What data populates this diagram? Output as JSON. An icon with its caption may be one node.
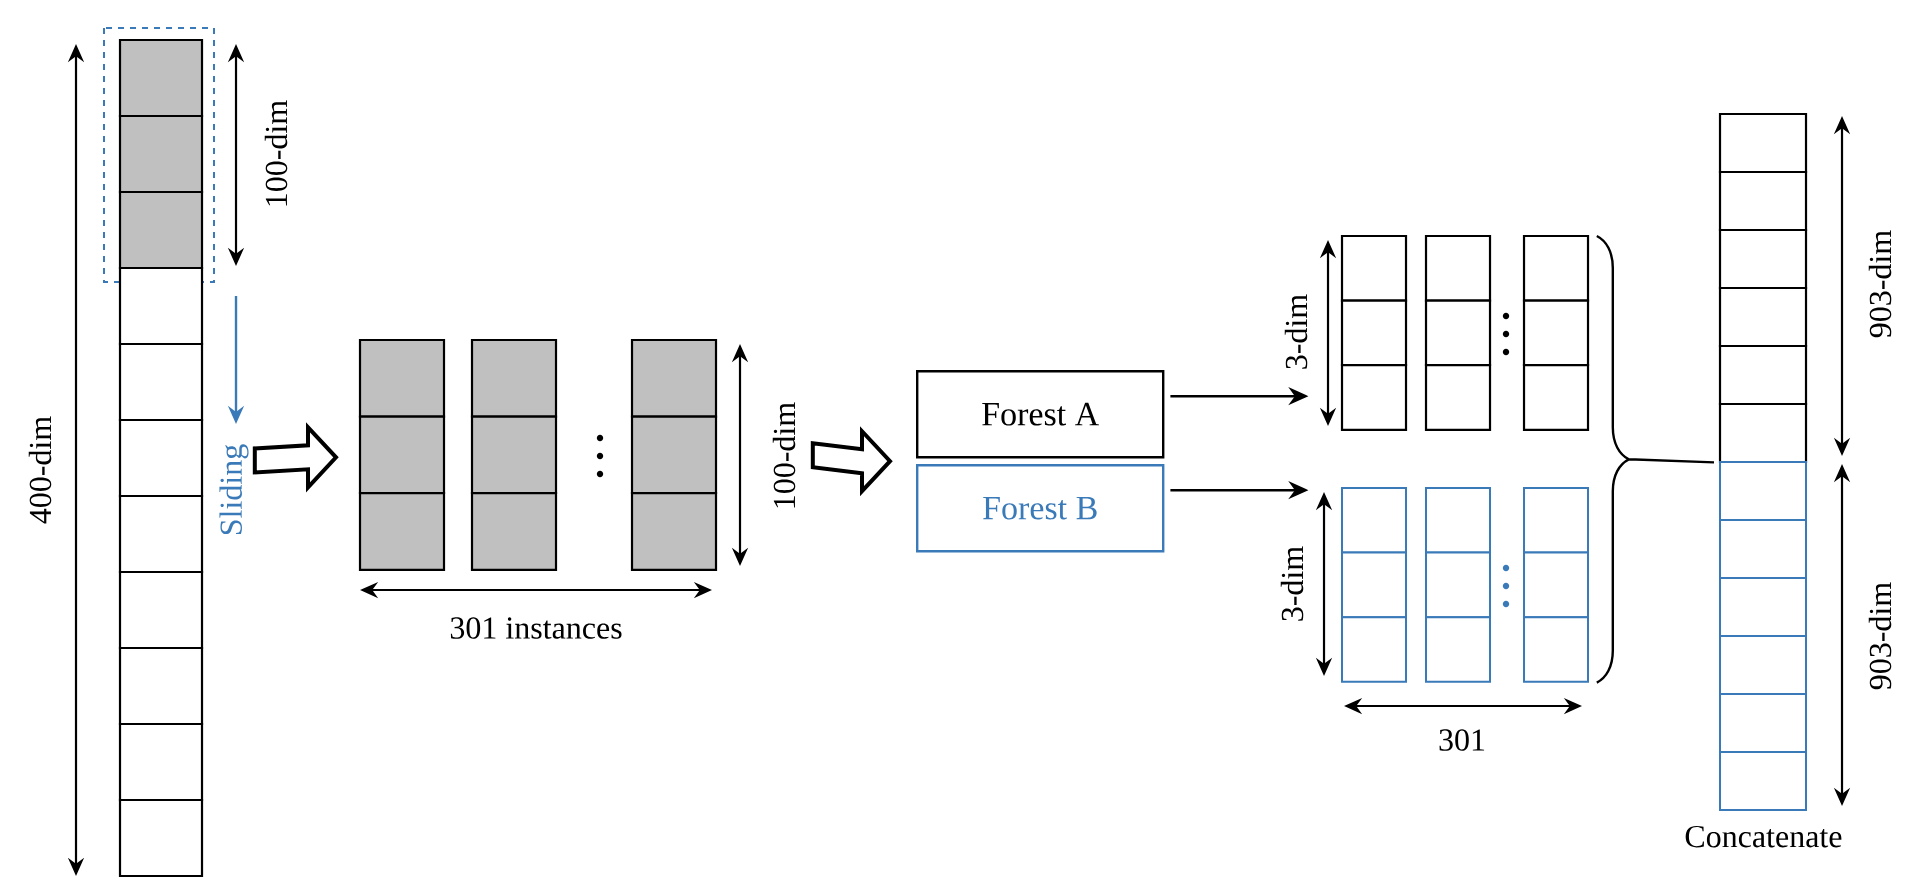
{
  "diagram": {
    "nodes": [
      {
        "text": [],
        "shape": "bar"
      },
      {
        "text": [],
        "shape": "box"
      },
      {
        "text": [
          "Forest A"
        ]
      },
      {
        "text": [
          "Forest B"
        ]
      },
      {
        "text": [],
        "shape": "box"
      },
      {
        "text": [],
        "shape": "box"
      },
      {
        "text": [],
        "shape": "bar",
        "beside": [
          "Concatenate"
        ]
      }
    ],
    "edges": [
      {
        "from": 0,
        "to": 1,
        "arrow": "to",
        "style": "thick"
      },
      {
        "from": 1,
        "to": 2,
        "arrow": "to",
        "style": "thick"
      },
      {
        "from": 1,
        "to": 3,
        "arrow": "to",
        "style": "thick"
      },
      {
        "from": 2,
        "to": 4,
        "arrow": "to"
      },
      {
        "from": 3,
        "to": 5,
        "arrow": "to"
      },
      {
        "from": 4,
        "to": 6,
        "arrow": "none"
      },
      {
        "from": 5,
        "to": 6,
        "arrow": "none"
      }
    ],
    "labels": [
      "400-dim",
      "100-dim",
      "Sliding",
      "100-dim",
      "301 instances",
      "3-dim",
      "3-dim",
      "301",
      "903-dim",
      "903-dim"
    ]
  }
}
